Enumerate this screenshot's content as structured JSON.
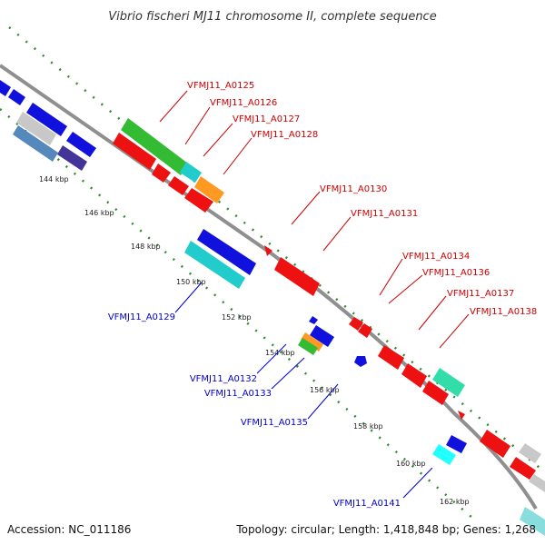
{
  "title": "Vibrio fischeri MJ11 chromosome II, complete sequence",
  "footer": {
    "accession": "Accession: NC_011186",
    "topology": "Topology: circular; Length: 1,418,848 bp; Genes: 1,268"
  },
  "colors": {
    "backbone": "#8f8f8f",
    "tick_dots": "#2e8b2e",
    "fwd_label": "#cc0000",
    "rev_label": "#0000cc",
    "red": "#ee1111",
    "blue": "#1111dd",
    "green": "#33bb33",
    "cyan": "#22cccc",
    "orange": "#ff9922",
    "sea": "#33ddaa",
    "grey": "#c8c8c8",
    "steel": "#5588bb",
    "navy": "#443399"
  },
  "ticks": [
    "144 kbp",
    "146 kbp",
    "148 kbp",
    "150 kbp",
    "152 kbp",
    "154 kbp",
    "156 kbp",
    "158 kbp",
    "160 kbp",
    "162 kbp"
  ],
  "forward_labels": [
    "VFMJ11_A0125",
    "VFMJ11_A0126",
    "VFMJ11_A0127",
    "VFMJ11_A0128",
    "VFMJ11_A0130",
    "VFMJ11_A0131",
    "VFMJ11_A0134",
    "VFMJ11_A0136",
    "VFMJ11_A0137",
    "VFMJ11_A0138"
  ],
  "reverse_labels": [
    "VFMJ11_A0129",
    "VFMJ11_A0132",
    "VFMJ11_A0133",
    "VFMJ11_A0135",
    "VFMJ11_A0141"
  ]
}
